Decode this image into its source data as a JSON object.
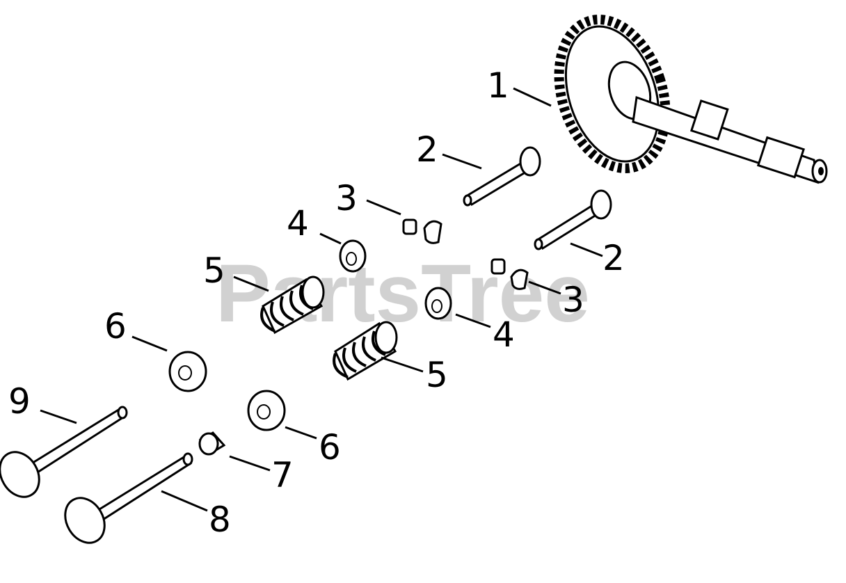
{
  "watermark": "PartsTree",
  "callouts": [
    "1",
    "2",
    "2",
    "3",
    "3",
    "4",
    "4",
    "5",
    "5",
    "6",
    "6",
    "7",
    "8",
    "9"
  ]
}
